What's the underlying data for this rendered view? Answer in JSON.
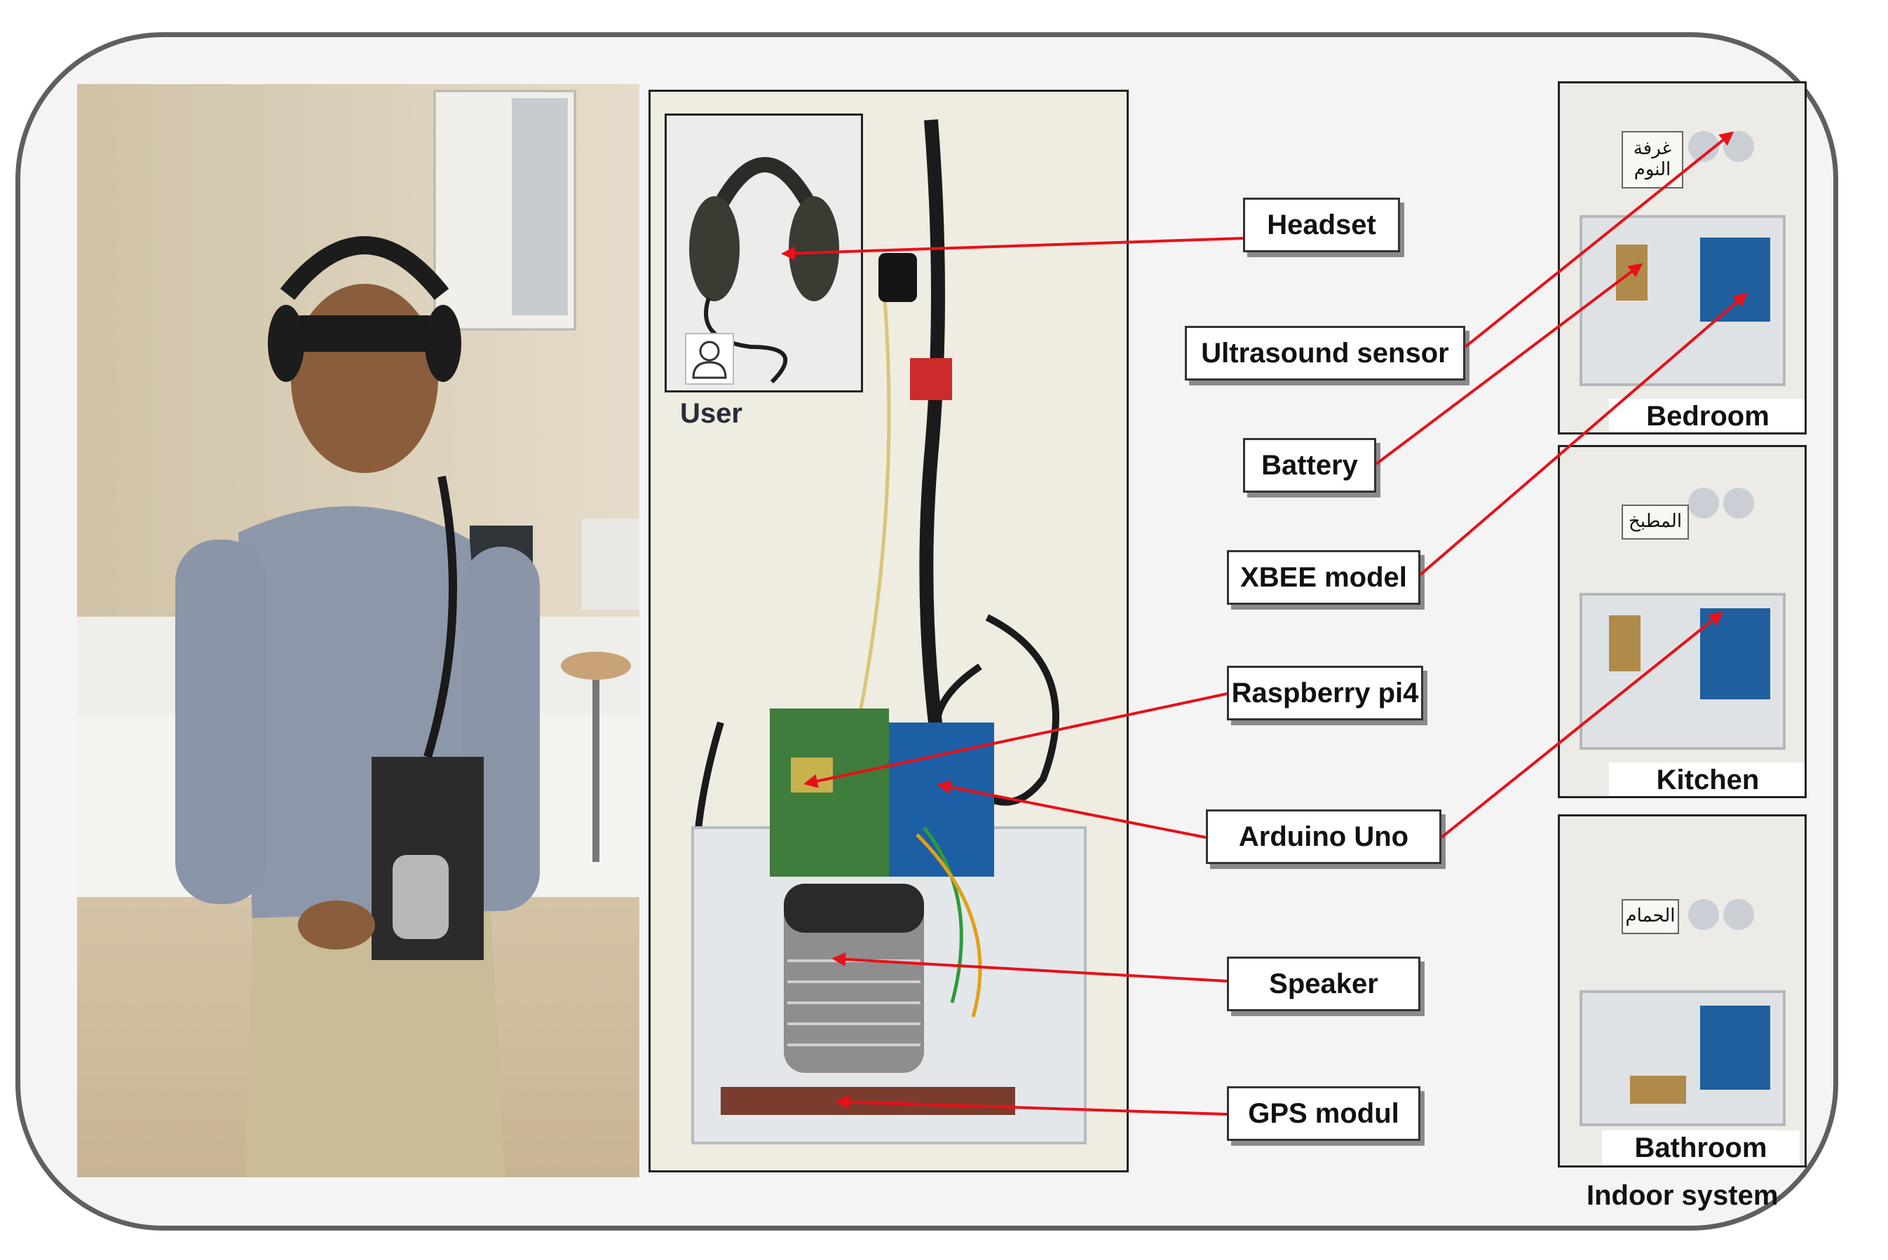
{
  "labels": {
    "headset": "Headset",
    "ultrasound_sensor": "Ultrasound sensor",
    "battery": "Battery",
    "xbee": "XBEE model",
    "raspberry": "Raspberry pi4",
    "arduino": "Arduino Uno",
    "speaker": "Speaker",
    "gps": "GPS modul"
  },
  "user_caption": "User",
  "rooms": {
    "bedroom": "Bedroom",
    "kitchen": "Kitchen",
    "bathroom": "Bathroom"
  },
  "room_signs": {
    "bedroom": "غرفة النوم",
    "kitchen": "المطبخ",
    "bathroom": "الحمام"
  },
  "indoor_caption": "Indoor system",
  "colors": {
    "arrow": "#e8101a",
    "frame_border": "#5f5f5f",
    "label_shadow": "#8a8a8a"
  },
  "icons": [
    "user-icon"
  ]
}
